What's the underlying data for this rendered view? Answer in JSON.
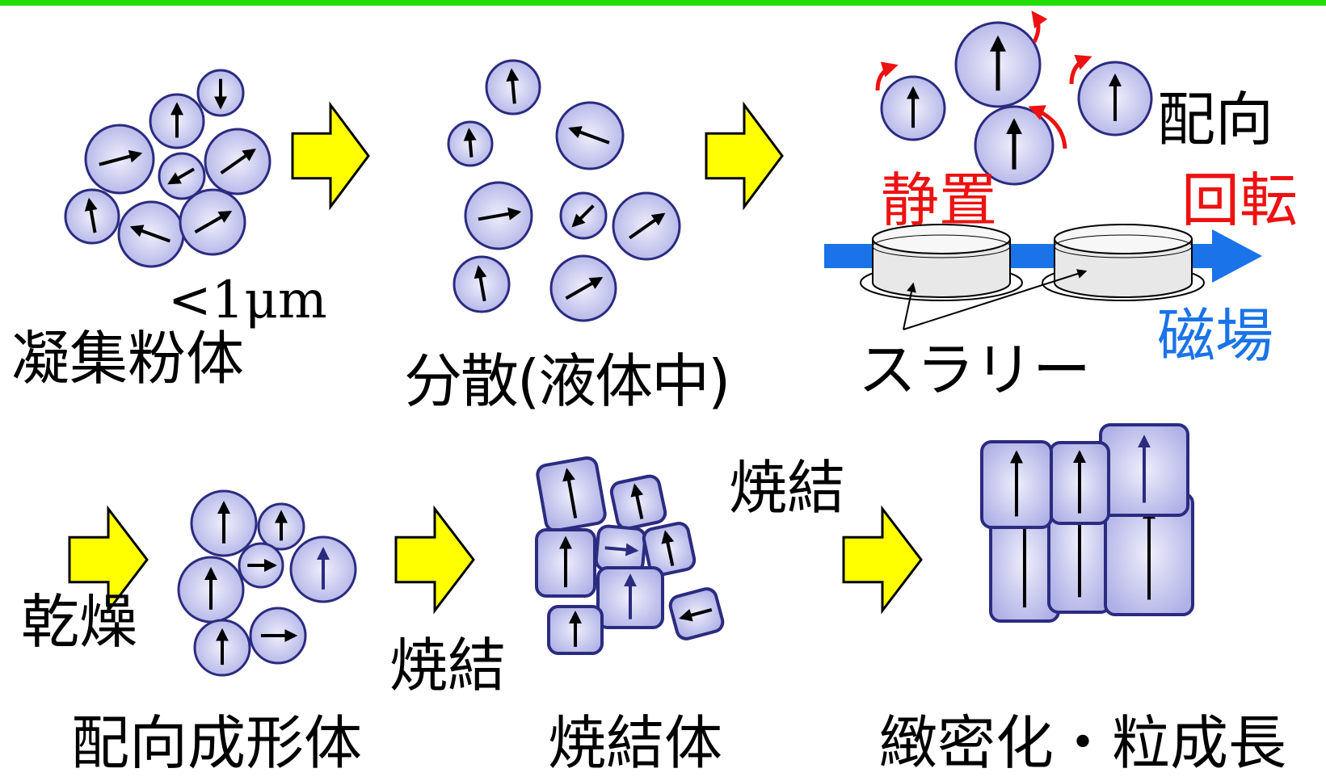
{
  "colors": {
    "top_bar": "#22dd00",
    "particle_fill": "#c7c9ef",
    "particle_stroke": "#2b2b80",
    "process_arrow": "#ffff00",
    "magnetic_field_arrow": "#1a73e8",
    "rotation_mark": "#ee1111",
    "label_red": "#ee1111",
    "label_blue": "#1a73e8"
  },
  "labels": {
    "size_note": "<1μm",
    "agglomerated_powder": "凝集粉体",
    "dispersion": "分散(液体中)",
    "slurry": "スラリー",
    "orientation": "配向",
    "static": "静置",
    "rotation": "回転",
    "magnetic_field": "磁場",
    "drying": "乾燥",
    "oriented_compact": "配向成形体",
    "sintering_1": "焼結",
    "sintered_body": "焼結体",
    "sintering_2": "焼結",
    "densification": "緻密化・粒成長"
  }
}
